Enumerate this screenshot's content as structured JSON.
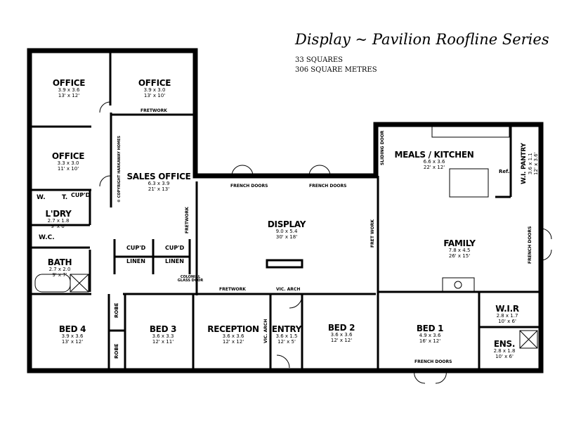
{
  "header": {
    "title": "Display ~ Pavilion Roofline Series",
    "squares": "33 SQUARES",
    "area": "306 SQUARE METRES"
  },
  "rooms": [
    {
      "name": "OFFICE",
      "metric": "3.9 x 3.6",
      "imperial": "13' x 12'"
    },
    {
      "name": "OFFICE",
      "metric": "3.9 x 3.0",
      "imperial": "13' x 10'"
    },
    {
      "name": "OFFICE",
      "metric": "3.3 x 3.0",
      "imperial": "11' x 10'"
    },
    {
      "name": "SALES OFFICE",
      "metric": "6.3 x 3.9",
      "imperial": "21' x 13'"
    },
    {
      "name": "L'DRY",
      "metric": "2.7 x 1.8",
      "imperial": "9' x 6'"
    },
    {
      "name": "BATH",
      "metric": "2.7 x 2.0",
      "imperial": "9' x 7'"
    },
    {
      "name": "BED 4",
      "metric": "3.9 x 3.6",
      "imperial": "13' x 12'"
    },
    {
      "name": "BED 3",
      "metric": "3.6 x 3.3",
      "imperial": "12' x 11'"
    },
    {
      "name": "DISPLAY",
      "metric": "9.0 x 5.4",
      "imperial": "30' x 18'"
    },
    {
      "name": "RECEPTION",
      "metric": "3.6 x 3.6",
      "imperial": "12' x 12'"
    },
    {
      "name": "ENTRY",
      "metric": "3.6 x 1.5",
      "imperial": "12' x 5'"
    },
    {
      "name": "BED 2",
      "metric": "3.6 x 3.6",
      "imperial": "12' x 12'"
    },
    {
      "name": "MEALS / KITCHEN",
      "metric": "6.6 x 3.6",
      "imperial": "22' x 12'"
    },
    {
      "name": "FAMILY",
      "metric": "7.8 x 4.5",
      "imperial": "26' x 15'"
    },
    {
      "name": "BED 1",
      "metric": "4.9 x 3.6",
      "imperial": "16' x 12'"
    },
    {
      "name": "W.I.R",
      "metric": "2.8 x 1.7",
      "imperial": "10' x 6'"
    },
    {
      "name": "ENS.",
      "metric": "2.8 x 1.8",
      "imperial": "10' x 6'"
    },
    {
      "name": "W.I. PANTRY",
      "metric": "3.6 x 1.1",
      "imperial": "12' x 3.6'"
    }
  ],
  "fixtures": {
    "w": "W.",
    "t": "T.",
    "cupd": "CUP'D",
    "wc": "W.C.",
    "cupd2": "CUP'D",
    "cupd3": "CUP'D",
    "linen1": "LINEN",
    "linen2": "LINEN",
    "robe1": "ROBE",
    "robe2": "ROBE",
    "ref": "Ref."
  },
  "annotations": {
    "fretwork_top": "FRETWORK",
    "fretwork_side": "FRETWORK",
    "fretwork_display": "FRETWORK",
    "french_doors_1": "FRENCH DOORS",
    "french_doors_2": "FRENCH DOORS",
    "french_doors_family": "FRENCH DOORS",
    "french_doors_bed1": "FRENCH DOORS",
    "vic_arch_1": "VIC. ARCH",
    "vic_arch_2": "VIC. ARCH",
    "fret_work": "FRET WORK",
    "sliding_door": "SLIDING DOOR",
    "colonial_door": "COLONIAL GLASS DOOR",
    "copyright": "© COPYRIGHT HARKAWAY HOMES"
  }
}
